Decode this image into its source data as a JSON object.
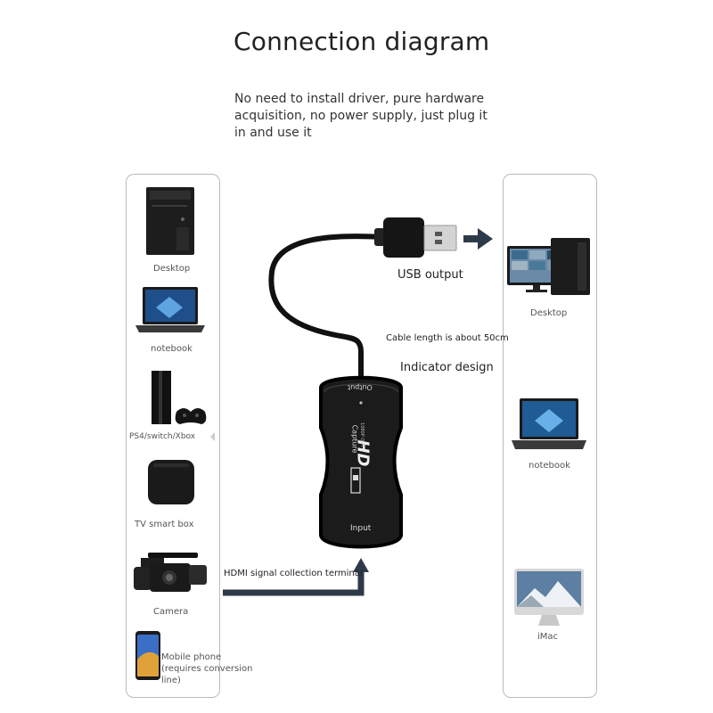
{
  "title": "Connection diagram",
  "subtitle": "No need to install driver, pure hardware acquisition, no power supply, just plug it in and use it",
  "left_devices": {
    "desktop": "Desktop",
    "notebook": "notebook",
    "console": "PS4/switch/Xbox",
    "tv_box": "TV smart box",
    "camera": "Camera",
    "phone": "Mobile phone (requires conversion line)"
  },
  "right_devices": {
    "desktop": "Desktop",
    "notebook": "notebook",
    "imac": "iMac"
  },
  "annotations": {
    "usb_output": "USB output",
    "cable_length": "Cable length is about 50cm",
    "indicator": "Indicator design",
    "hdmi_terminal": "HDMI signal collection terminal"
  },
  "device_text": {
    "output": "Output",
    "input": "Input",
    "brand_hd": "HD",
    "brand_capture": "Capture",
    "brand_sub": "1080P OUT"
  },
  "colors": {
    "device_body": "#1b1b1b",
    "arrow": "#2e3a4a",
    "panel_border": "#bbbbbb"
  }
}
